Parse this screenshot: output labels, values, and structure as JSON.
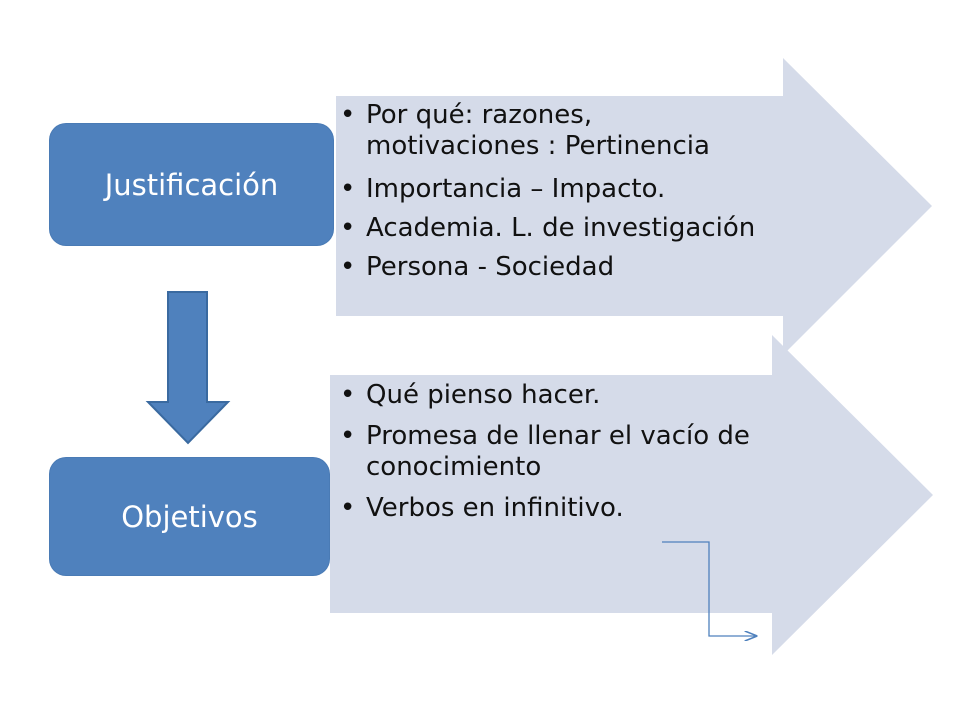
{
  "justificacion": {
    "title": "Justificación",
    "bullets": [
      "Por qué: razones,\nmotivaciones : Pertinencia",
      "Importancia – Impacto.",
      "Academia. L. de investigación",
      "Persona - Sociedad"
    ]
  },
  "objetivos": {
    "title": "Objetivos",
    "bullets": [
      "Qué pienso hacer.",
      "Promesa de llenar el vacío de\nconocimiento",
      "Verbos en infinitivo."
    ]
  },
  "bullet_symbol": "•",
  "colors": {
    "box_fill": "#4f81bd",
    "arrow_fill": "#d5dbe9",
    "connector": "#4f81bd"
  }
}
